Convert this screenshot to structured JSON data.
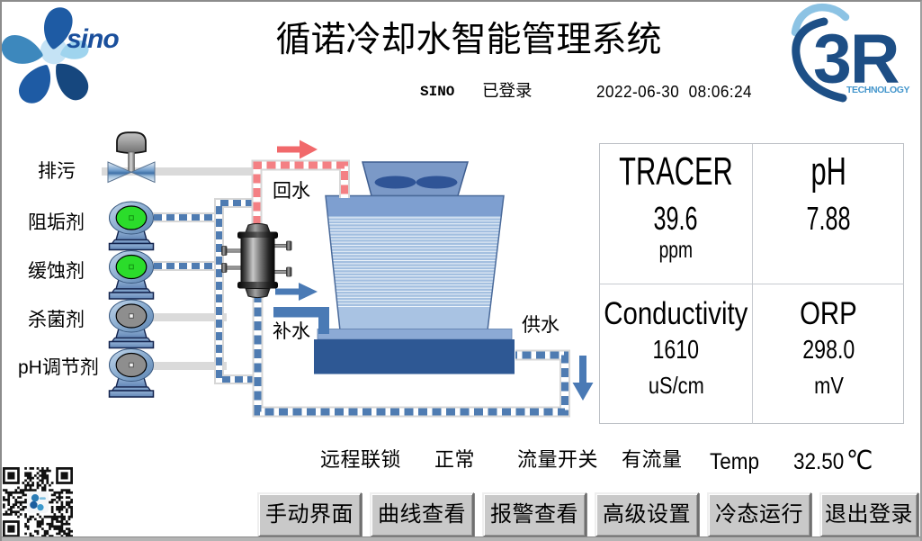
{
  "window": {
    "title": "循诺冷却水智能管理系统"
  },
  "header": {
    "login_user": "SINO",
    "login_status": "已登录",
    "datetime": "2022-06-30  08:06:24",
    "sino_logo_text": "sino",
    "logo_3r_text": "3R",
    "logo_3r_subtext": "TECHNOLOGY"
  },
  "diagram": {
    "labels": {
      "blowdown": "排污",
      "scale_inhibitor": "阻垢剂",
      "corrosion_inhibitor": "缓蚀剂",
      "biocide": "杀菌剂",
      "ph_adjuster": "pH调节剂",
      "return_water": "回水",
      "makeup_water": "补水",
      "supply_water": "供水"
    },
    "pump_states": {
      "scale_inhibitor": "running",
      "corrosion_inhibitor": "running",
      "biocide": "stopped",
      "ph_adjuster": "stopped"
    },
    "colors": {
      "running_pump": "#2bdc2b",
      "stopped_pump": "#8e8e8e",
      "return_pipe_dash": "#f48084",
      "flow_pipe_dash": "#4f7cb2",
      "accent_blue": "#4a7ab5"
    }
  },
  "panel": {
    "cells": [
      {
        "label": "TRACER",
        "value": "39.6",
        "unit": "ppm"
      },
      {
        "label": "pH",
        "value": "7.88",
        "unit": ""
      },
      {
        "label": "Conductivity",
        "value": "1610",
        "unit": "uS/cm"
      },
      {
        "label": "ORP",
        "value": "298.0",
        "unit": "mV"
      }
    ]
  },
  "status": {
    "remote_interlock_label": "远程联锁",
    "remote_interlock_value": "正常",
    "flow_switch_label": "流量开关",
    "flow_switch_value": "有流量",
    "temp_label": "Temp",
    "temp_value": "32.50",
    "temp_unit": "℃"
  },
  "buttons": [
    {
      "label": "手动界面"
    },
    {
      "label": "曲线查看"
    },
    {
      "label": "报警查看"
    },
    {
      "label": "高级设置"
    },
    {
      "label": "冷态运行"
    },
    {
      "label": "退出登录"
    }
  ]
}
